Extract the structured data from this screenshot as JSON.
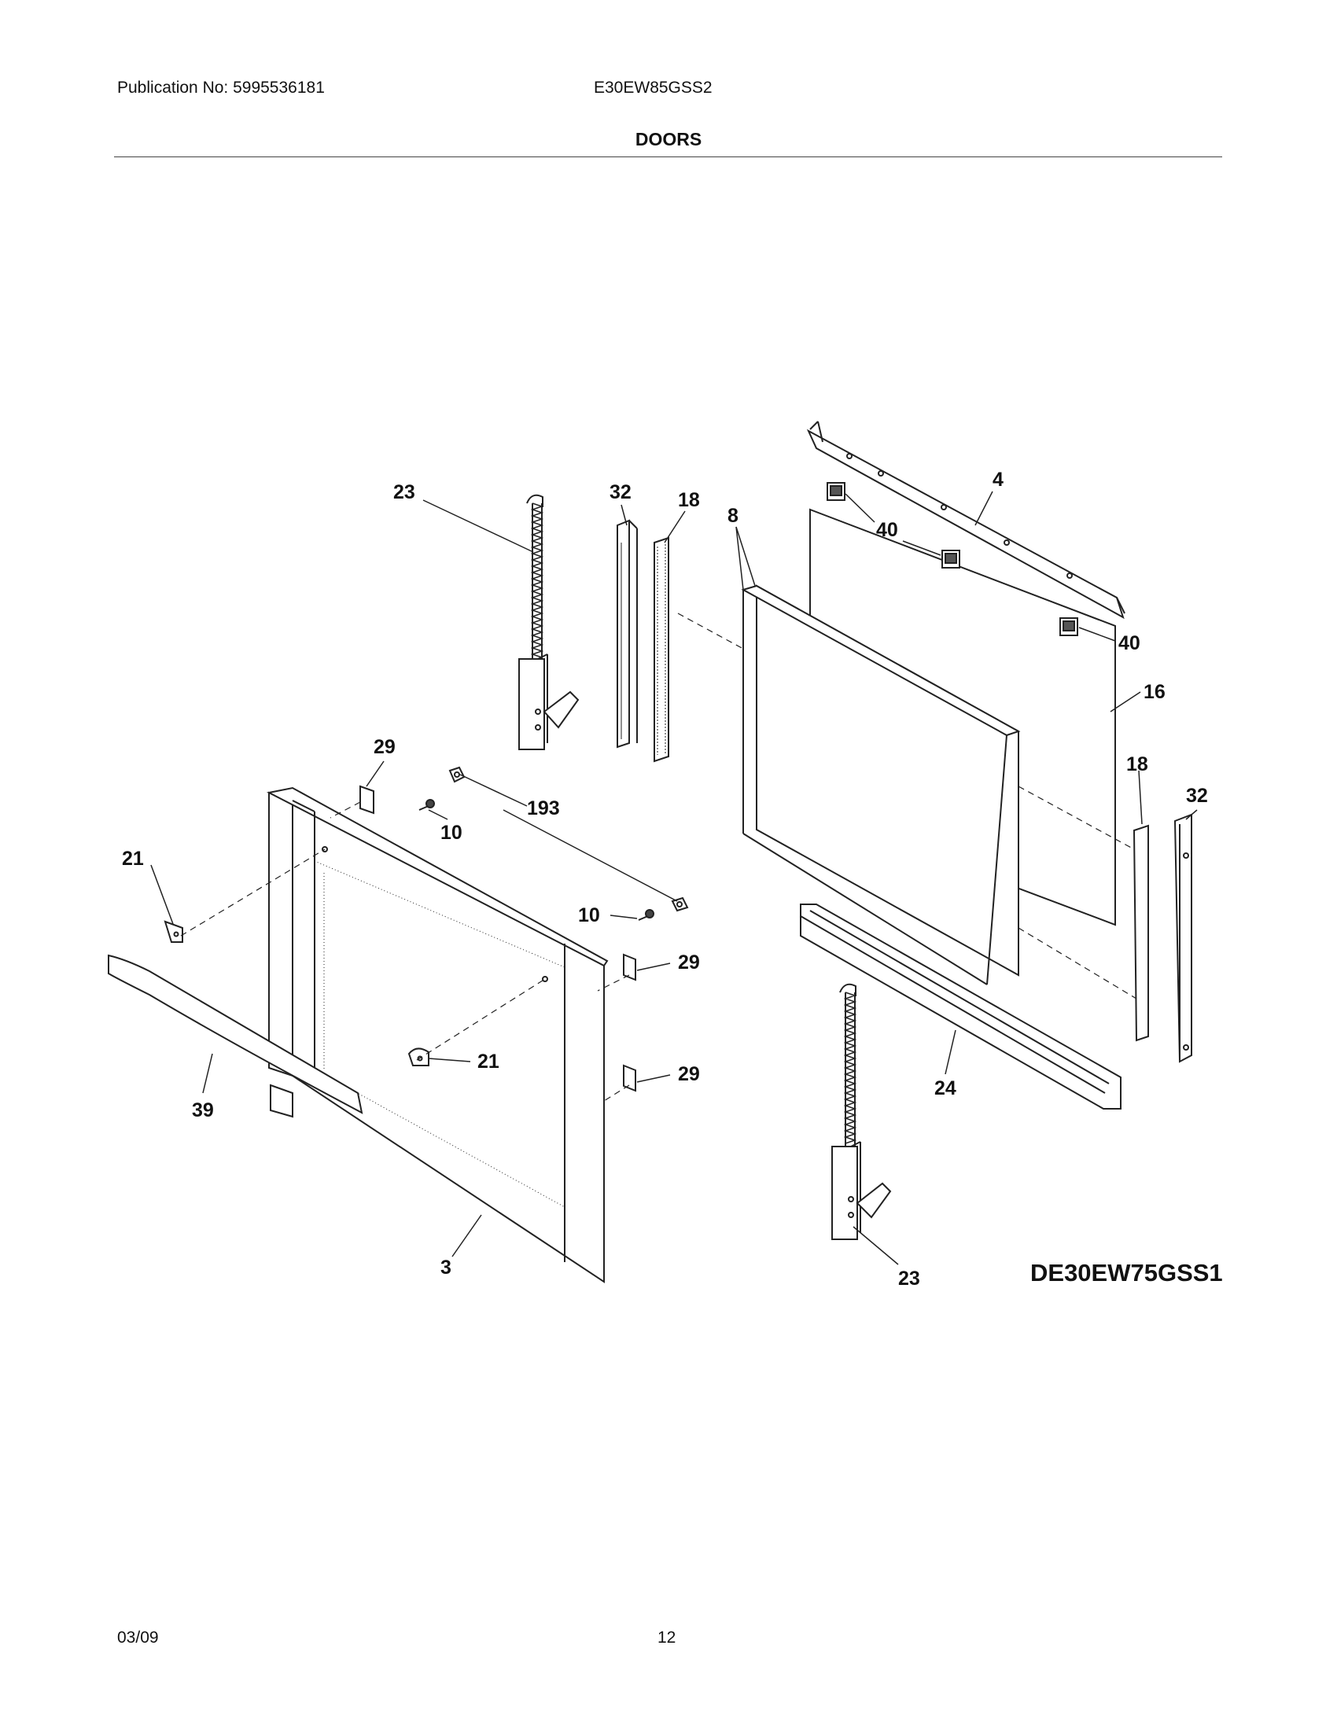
{
  "header": {
    "publication": "Publication No: 5995536181",
    "model": "E30EW85GSS2",
    "section_title": "DOORS"
  },
  "diagram": {
    "id": "DE30EW75GSS1",
    "callouts": [
      "23",
      "32",
      "18",
      "8",
      "4",
      "40",
      "40",
      "16",
      "18",
      "32",
      "29",
      "193",
      "10",
      "21",
      "10",
      "29",
      "21",
      "29",
      "39",
      "3",
      "24",
      "23"
    ]
  },
  "footer": {
    "date": "03/09",
    "page": "12"
  }
}
